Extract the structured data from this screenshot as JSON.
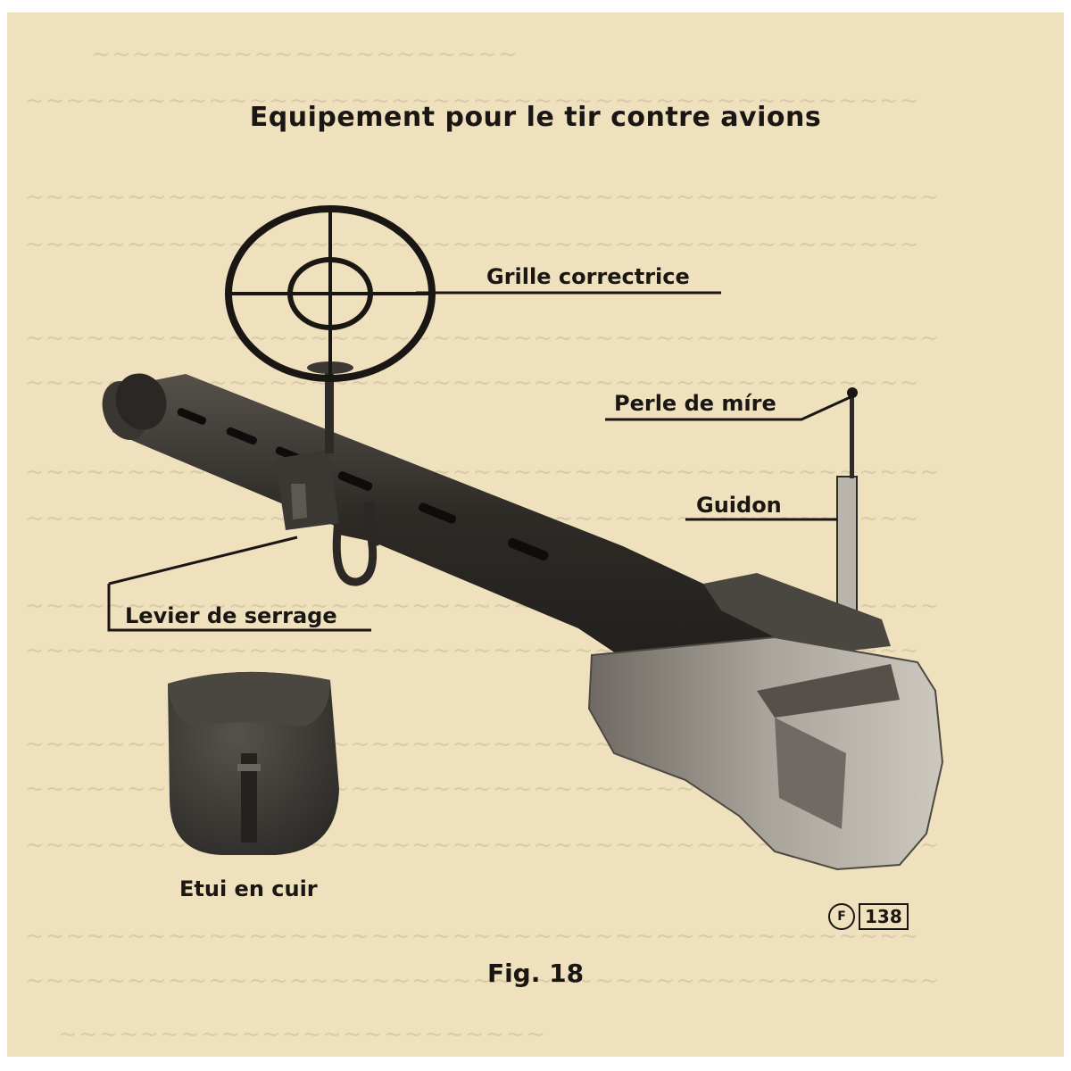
{
  "figure": {
    "title": "Equipement pour le tir contre avions",
    "caption": "Fig. 18",
    "stamp_number": "138"
  },
  "labels": {
    "sight_grid": "Grille correctrice",
    "front_bead": "Perle de míre",
    "front_sight": "Guidon",
    "clamp_lever": "Levier de serrage",
    "leather_case": "Etui en cuir"
  },
  "colors": {
    "paper": "#efe1bd",
    "ink": "#1a1613",
    "barrel": "#2e2b27",
    "case": "#3a3733"
  }
}
